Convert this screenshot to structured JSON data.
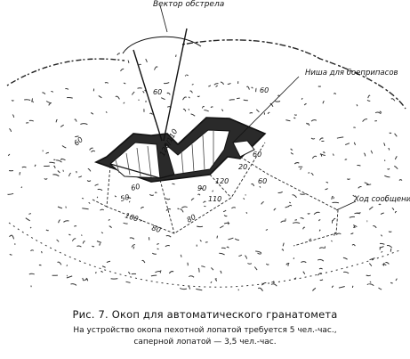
{
  "figure": {
    "labels": {
      "fire_vector": "Вектор обстрела",
      "ammo_niche": "Ниша для боеприпасов",
      "comm_trench": "Ход сообщения"
    },
    "dimensions": {
      "d60_left": "60",
      "d60_right": "60",
      "d50": "50",
      "d60_front": "60",
      "d80": "80",
      "d100": "100",
      "d90": "90",
      "d120": "120",
      "d110": "110",
      "d20": "20",
      "d80_right": "80",
      "d60_lower_right": "60",
      "d60_top": "60",
      "d60_ring": "60",
      "depth": "120/110"
    }
  },
  "caption": {
    "title": "Рис. 7. Окоп для автоматического гранатомета",
    "line1": "На устройство окопа пехотной лопатой требуется 5 чел.-час.,",
    "line2": "саперной лопатой — 3,5 чел.-час."
  }
}
